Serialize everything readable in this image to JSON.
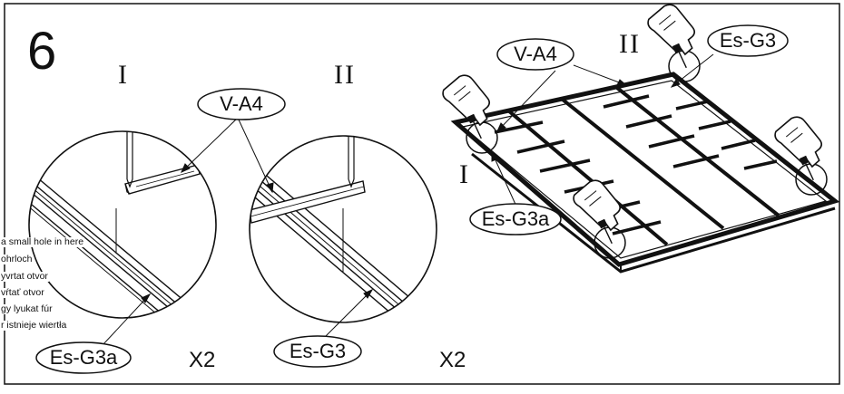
{
  "step_number": "6",
  "detail_labels": [
    "I",
    "II"
  ],
  "overview_labels": [
    "II",
    "I"
  ],
  "callouts": {
    "v_a4": "V-A4",
    "es_g3": "Es-G3",
    "es_g3a": "Es-G3a"
  },
  "multiplier": "X2",
  "notes": [
    "a small hole  in here",
    "ohrloch",
    "yvrtat otvor",
    "vŕtať otvor",
    "gy lyukat fúr",
    "r istnieje wiertła"
  ],
  "icons": [
    "drill-icon"
  ]
}
